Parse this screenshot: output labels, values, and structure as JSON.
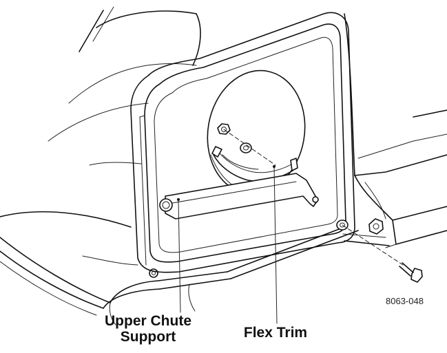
{
  "figure": {
    "code": "8063-048"
  },
  "callouts": {
    "upper_chute_support_line1": "Upper Chute",
    "upper_chute_support_line2": "Support",
    "flex_trim": "Flex Trim"
  },
  "colors": {
    "line": "#111111",
    "background": "#ffffff"
  }
}
